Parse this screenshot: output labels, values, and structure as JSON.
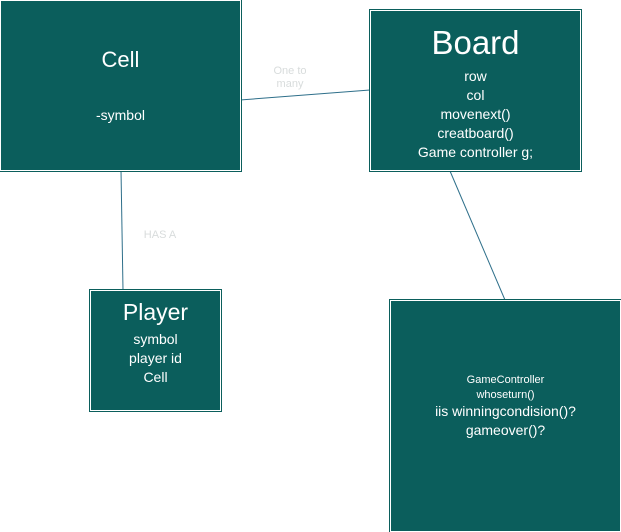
{
  "colors": {
    "box_fill": "#0b5e5c",
    "box_text": "#ffffff",
    "connector": "#2e6f8a",
    "connector_label": "#d8dcdc"
  },
  "boxes": {
    "cell": {
      "title": "Cell",
      "attributes": [
        "-symbol"
      ]
    },
    "board": {
      "title": "Board",
      "attributes": [
        "row",
        "col",
        "movenext()",
        "creatboard()",
        "Game controller g;"
      ]
    },
    "player": {
      "title": "Player",
      "attributes": [
        "symbol",
        "player id",
        "Cell"
      ]
    },
    "gamecontroller": {
      "small_lines": [
        "GameController",
        "whoseturn()"
      ],
      "large_lines": [
        "iis winningcondision()?",
        "gameover()?"
      ]
    }
  },
  "connectors": {
    "cell_board_label_line1": "One to",
    "cell_board_label_line2": "many",
    "cell_player_label": "HAS A"
  }
}
